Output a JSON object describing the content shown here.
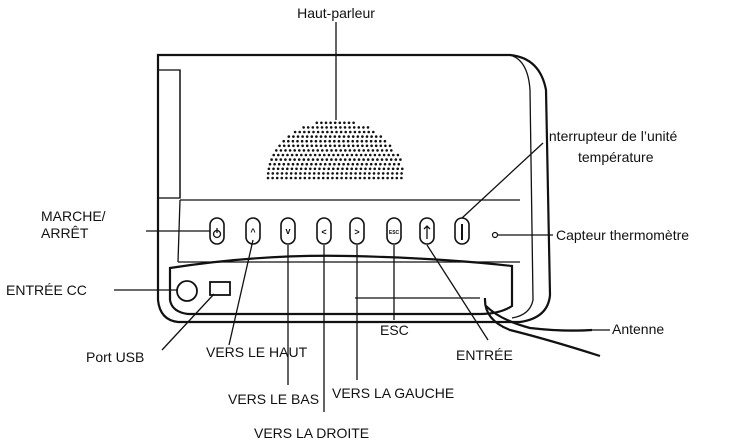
{
  "labels": {
    "speaker": "Haut-parleur",
    "temp_switch_line1": "Interrupteur de l’unité",
    "temp_switch_line2": "température",
    "power_line1": "MARCHE/",
    "power_line2": "ARRÊT",
    "thermo_sensor": "Capteur thermomètre",
    "dc_in": "ENTRÉE  CC",
    "antenna": "Antenne",
    "usb": "Port USB",
    "up": "VERS LE HAUT",
    "esc": "ESC",
    "enter": "ENTRÉE",
    "down": "VERS LE BAS",
    "left": "VERS LA GAUCHE",
    "right": "VERS LA DROITE"
  },
  "buttons": {
    "up_glyph": "^",
    "down_glyph": "v",
    "left_glyph": "<",
    "right_glyph": ">",
    "esc_glyph": "ESC"
  }
}
